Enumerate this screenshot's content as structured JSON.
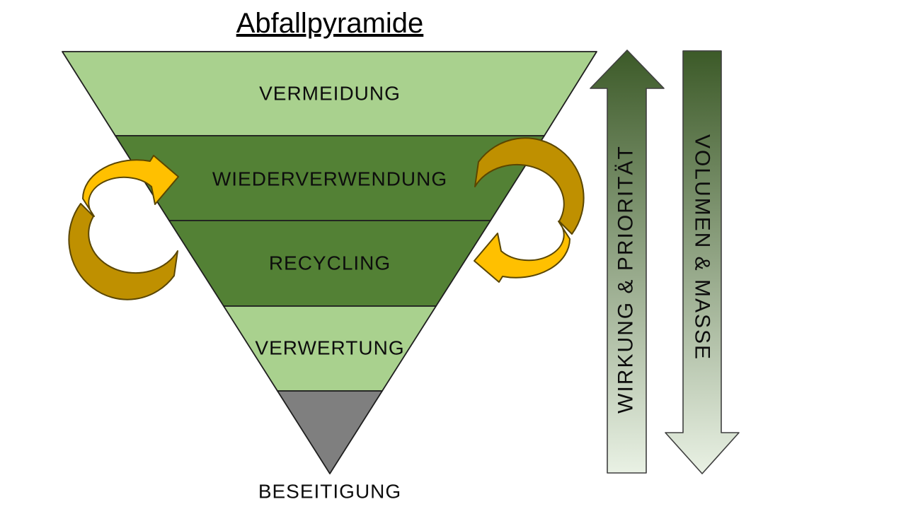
{
  "title": "Abfallpyramide",
  "pyramid": {
    "levels": [
      {
        "label": "VERMEIDUNG",
        "fill": "#A9D18E"
      },
      {
        "label": "WIEDERVERWENDUNG",
        "fill": "#538135"
      },
      {
        "label": "RECYCLING",
        "fill": "#538135"
      },
      {
        "label": "VERWERTUNG",
        "fill": "#A9D18E"
      },
      {
        "label": "BESEITIGUNG",
        "fill": "#7F7F7F"
      }
    ]
  },
  "side_arrows": {
    "priority": {
      "label": "WIRKUNG & PRIORITÄT",
      "direction": "up"
    },
    "volume": {
      "label": "VOLUMEN & MASSE",
      "direction": "down"
    }
  },
  "loop_arrows": {
    "bright_fill": "#FFC000",
    "dark_fill": "#BF9000"
  },
  "colors": {
    "gradient_top": "#3C5A28",
    "gradient_bottom": "#E9F1E4"
  }
}
